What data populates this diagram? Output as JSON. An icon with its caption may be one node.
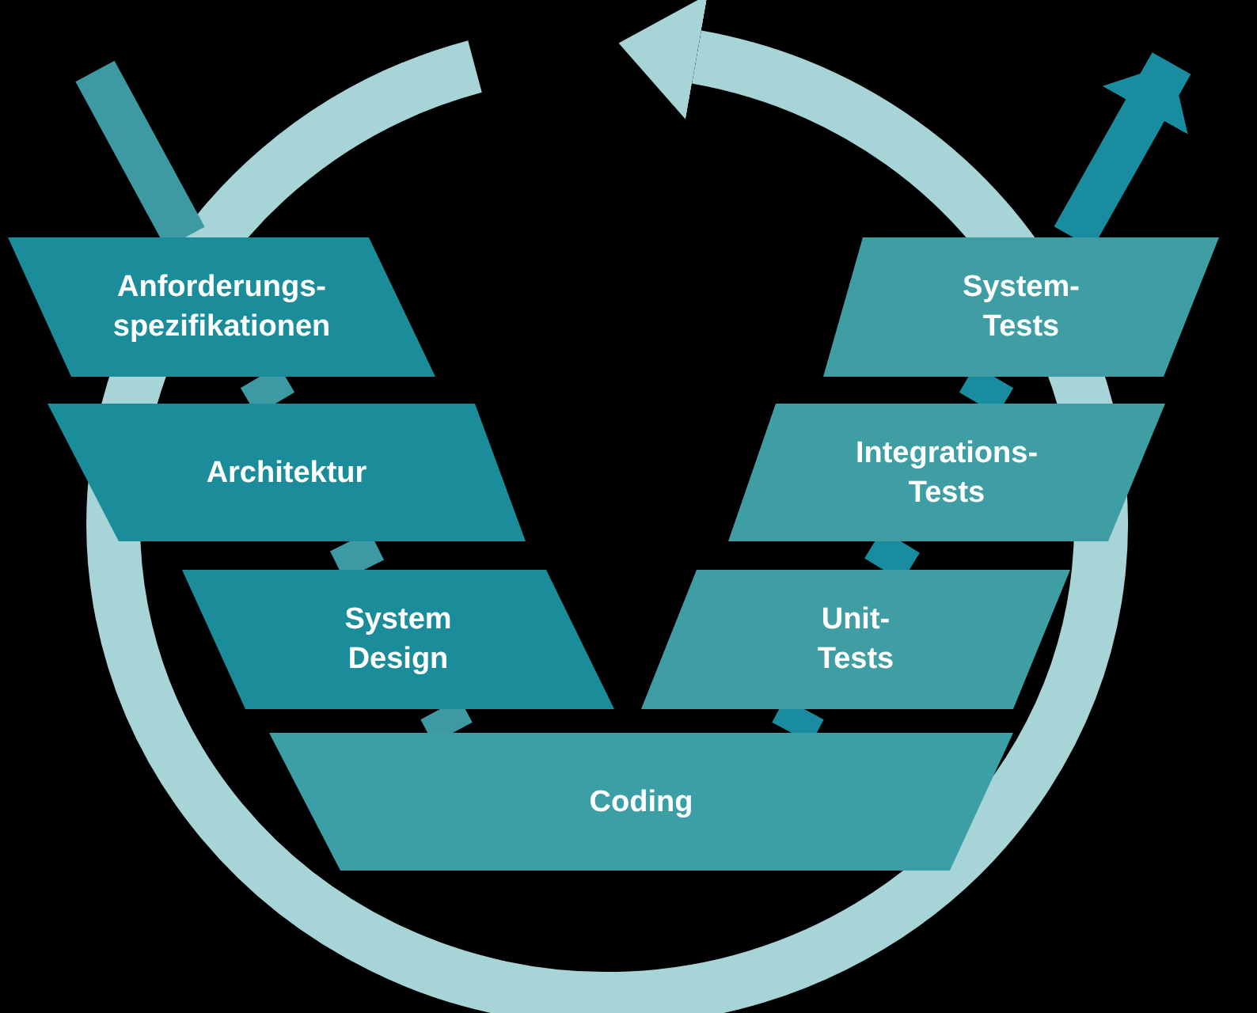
{
  "diagram": {
    "nodes": [
      {
        "text": [
          "Anforderungs- spezifikationen"
        ]
      },
      {
        "text": [
          "Architektur"
        ]
      },
      {
        "text": [
          "System Design"
        ]
      },
      {
        "text": [
          "Coding"
        ]
      },
      {
        "text": [
          "Unit- Tests"
        ]
      },
      {
        "text": [
          "Integrations- Tests"
        ]
      },
      {
        "text": [
          "System- Tests"
        ]
      }
    ],
    "edges": [
      {
        "from": null,
        "to": 0,
        "arrow": "none"
      },
      {
        "from": 0,
        "to": 1,
        "arrow": "none"
      },
      {
        "from": 1,
        "to": 2,
        "arrow": "none"
      },
      {
        "from": 2,
        "to": 3,
        "arrow": "none"
      },
      {
        "from": 3,
        "to": 4,
        "arrow": "none"
      },
      {
        "from": 4,
        "to": 5,
        "arrow": "none"
      },
      {
        "from": 5,
        "to": 6,
        "arrow": "none"
      },
      {
        "from": 6,
        "to": null,
        "arrow": "to"
      }
    ]
  }
}
